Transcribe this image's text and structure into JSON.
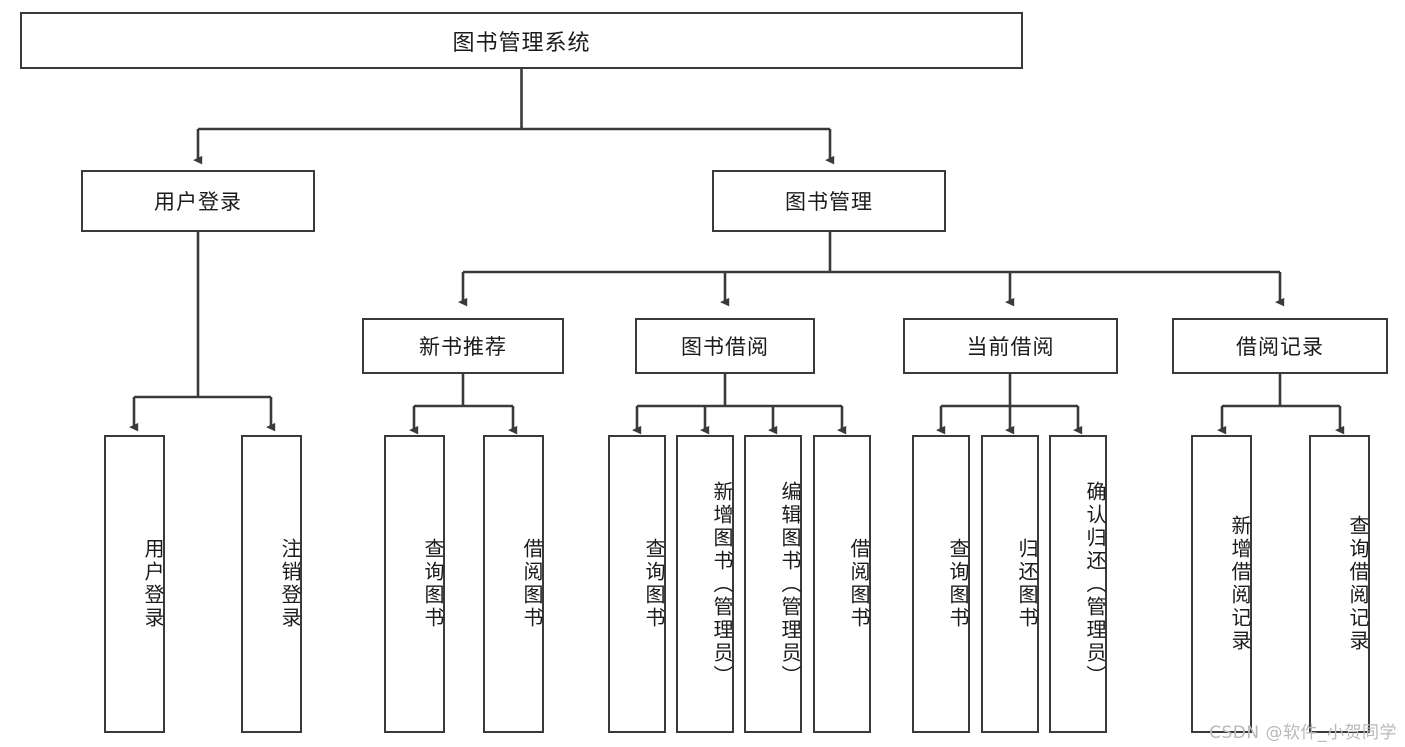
{
  "diagram": {
    "title": "图书管理系统",
    "type": "tree",
    "watermark": "CSDN @软件_小贺同学",
    "colors": {
      "box_border": "#3a3a3a",
      "box_fill": "#ffffff",
      "connector": "#3a3a3a",
      "text": "#1b1b1b",
      "watermark": "#b9b9b9"
    },
    "levels": {
      "level1": [
        {
          "id": "root",
          "label": "图书管理系统"
        }
      ],
      "level2": [
        {
          "id": "user-login",
          "label": "用户登录"
        },
        {
          "id": "book-management",
          "label": "图书管理"
        }
      ],
      "level3": [
        {
          "id": "new-book-recommend",
          "label": "新书推荐"
        },
        {
          "id": "book-borrow",
          "label": "图书借阅"
        },
        {
          "id": "current-borrow",
          "label": "当前借阅"
        },
        {
          "id": "borrow-record",
          "label": "借阅记录"
        }
      ],
      "level4": [
        {
          "id": "leaf-user-login",
          "label": "用户登录",
          "parent": "user-login"
        },
        {
          "id": "leaf-logout-login",
          "label": "注销登录",
          "parent": "user-login"
        },
        {
          "id": "leaf-query-book-1",
          "label": "查询图书",
          "parent": "new-book-recommend"
        },
        {
          "id": "leaf-borrow-book-1",
          "label": "借阅图书",
          "parent": "new-book-recommend"
        },
        {
          "id": "leaf-query-book-2",
          "label": "查询图书",
          "parent": "book-borrow"
        },
        {
          "id": "leaf-add-book",
          "label": "新增图书（管理员）",
          "parent": "book-borrow"
        },
        {
          "id": "leaf-edit-book",
          "label": "编辑图书（管理员）",
          "parent": "book-borrow"
        },
        {
          "id": "leaf-borrow-book-2",
          "label": "借阅图书",
          "parent": "book-borrow"
        },
        {
          "id": "leaf-query-book-3",
          "label": "查询图书",
          "parent": "current-borrow"
        },
        {
          "id": "leaf-return-book",
          "label": "归还图书",
          "parent": "current-borrow"
        },
        {
          "id": "leaf-confirm-return",
          "label": "确认归还（管理员）",
          "parent": "current-borrow"
        },
        {
          "id": "leaf-add-record",
          "label": "新增借阅记录",
          "parent": "borrow-record"
        },
        {
          "id": "leaf-query-record",
          "label": "查询借阅记录",
          "parent": "borrow-record"
        }
      ]
    }
  }
}
